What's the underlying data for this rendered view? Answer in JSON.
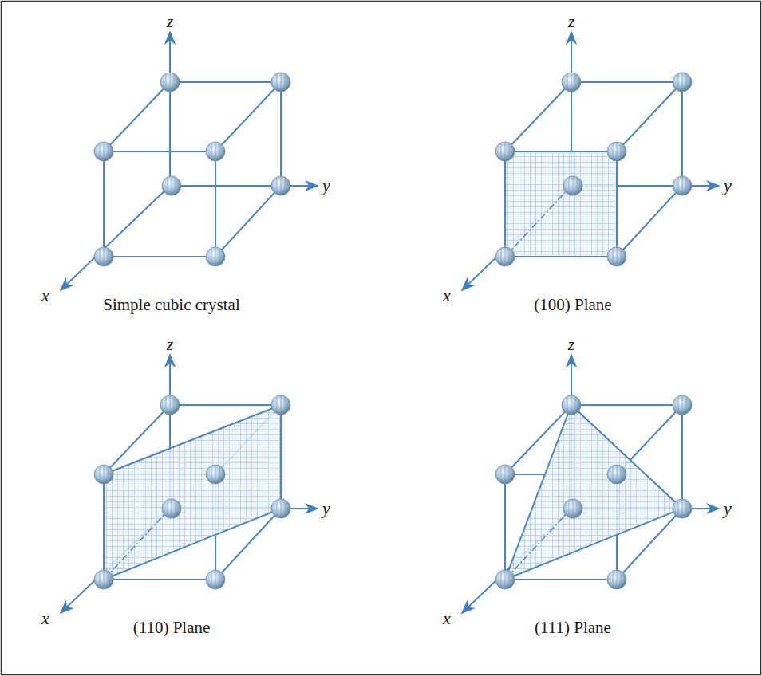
{
  "diagram": {
    "labels": [
      "z",
      "y",
      "x",
      "Simple cubic crystal",
      "z",
      "y",
      "x",
      "(100) Plane",
      "z",
      "y",
      "x",
      "(110) Plane",
      "z",
      "y",
      "x",
      "(111) Plane"
    ]
  }
}
